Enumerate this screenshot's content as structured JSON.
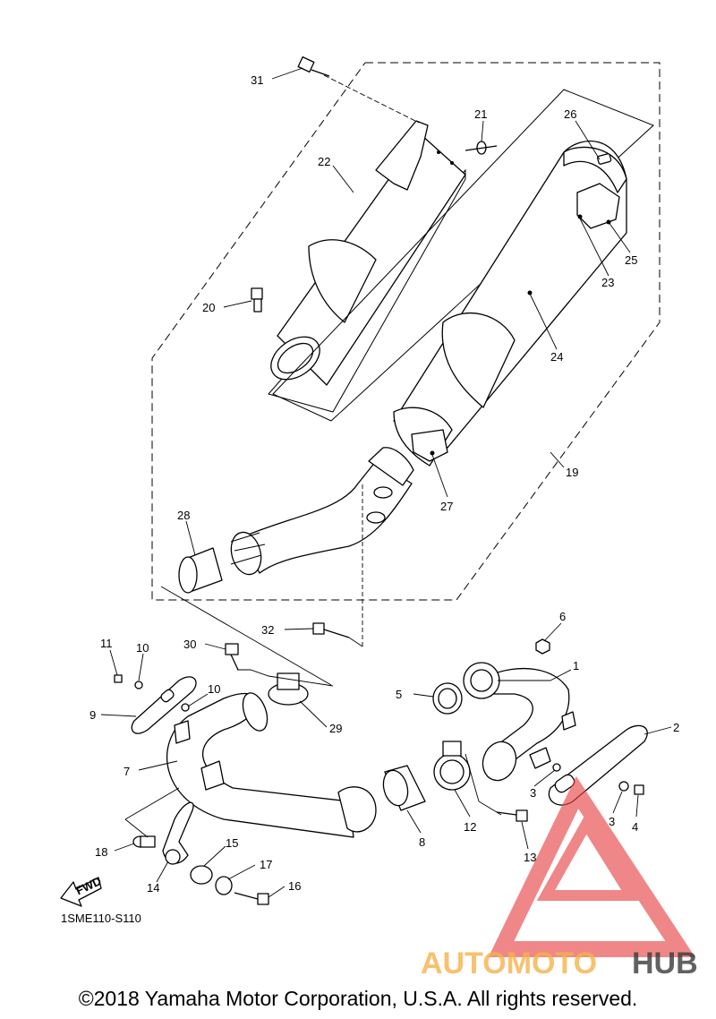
{
  "diagram": {
    "callouts": [
      {
        "id": "31",
        "label": "31"
      },
      {
        "id": "21",
        "label": "21"
      },
      {
        "id": "22",
        "label": "22"
      },
      {
        "id": "26",
        "label": "26"
      },
      {
        "id": "20",
        "label": "20"
      },
      {
        "id": "25",
        "label": "25"
      },
      {
        "id": "23",
        "label": "23"
      },
      {
        "id": "24",
        "label": "24"
      },
      {
        "id": "19",
        "label": "19"
      },
      {
        "id": "27",
        "label": "27"
      },
      {
        "id": "28",
        "label": "28"
      },
      {
        "id": "32",
        "label": "32"
      },
      {
        "id": "6",
        "label": "6"
      },
      {
        "id": "11",
        "label": "11"
      },
      {
        "id": "10a",
        "label": "10"
      },
      {
        "id": "30",
        "label": "30"
      },
      {
        "id": "1",
        "label": "1"
      },
      {
        "id": "5",
        "label": "5"
      },
      {
        "id": "9",
        "label": "9"
      },
      {
        "id": "10b",
        "label": "10"
      },
      {
        "id": "29",
        "label": "29"
      },
      {
        "id": "2",
        "label": "2"
      },
      {
        "id": "7",
        "label": "7"
      },
      {
        "id": "3a",
        "label": "3"
      },
      {
        "id": "12",
        "label": "12"
      },
      {
        "id": "3b",
        "label": "3"
      },
      {
        "id": "4",
        "label": "4"
      },
      {
        "id": "8",
        "label": "8"
      },
      {
        "id": "18",
        "label": "18"
      },
      {
        "id": "15",
        "label": "15"
      },
      {
        "id": "13",
        "label": "13"
      },
      {
        "id": "17",
        "label": "17"
      },
      {
        "id": "14",
        "label": "14"
      },
      {
        "id": "16",
        "label": "16"
      }
    ],
    "fwd_label": "FWD",
    "diagram_code": "1SME110-S110"
  },
  "watermark": {
    "part1": "AUTOMOTO",
    "part2": "HUB",
    "color1": "#f5b24a",
    "color2": "#3a3a3a",
    "logo_color": "#e8484a"
  },
  "copyright": "©2018 Yamaha Motor Corporation, U.S.A. All rights reserved."
}
